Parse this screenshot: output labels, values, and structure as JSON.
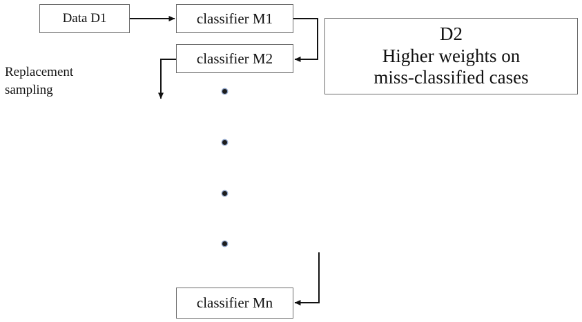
{
  "diagram": {
    "data_box": {
      "label": "Data D1"
    },
    "classifier_m1": {
      "label": "classifier M1"
    },
    "classifier_m2": {
      "label": "classifier M2"
    },
    "classifier_mn": {
      "label": "classifier Mn"
    },
    "d2_box": {
      "title": "D2",
      "line1": "Higher weights on",
      "line2": "miss-classified cases"
    },
    "side_note": {
      "line1": "Replacement",
      "line2": "sampling"
    },
    "colors": {
      "box_border": "#6a6a6a",
      "arrow": "#111111",
      "dot": "#1c1c1c",
      "dot_ring": "#8fa4c8"
    }
  }
}
